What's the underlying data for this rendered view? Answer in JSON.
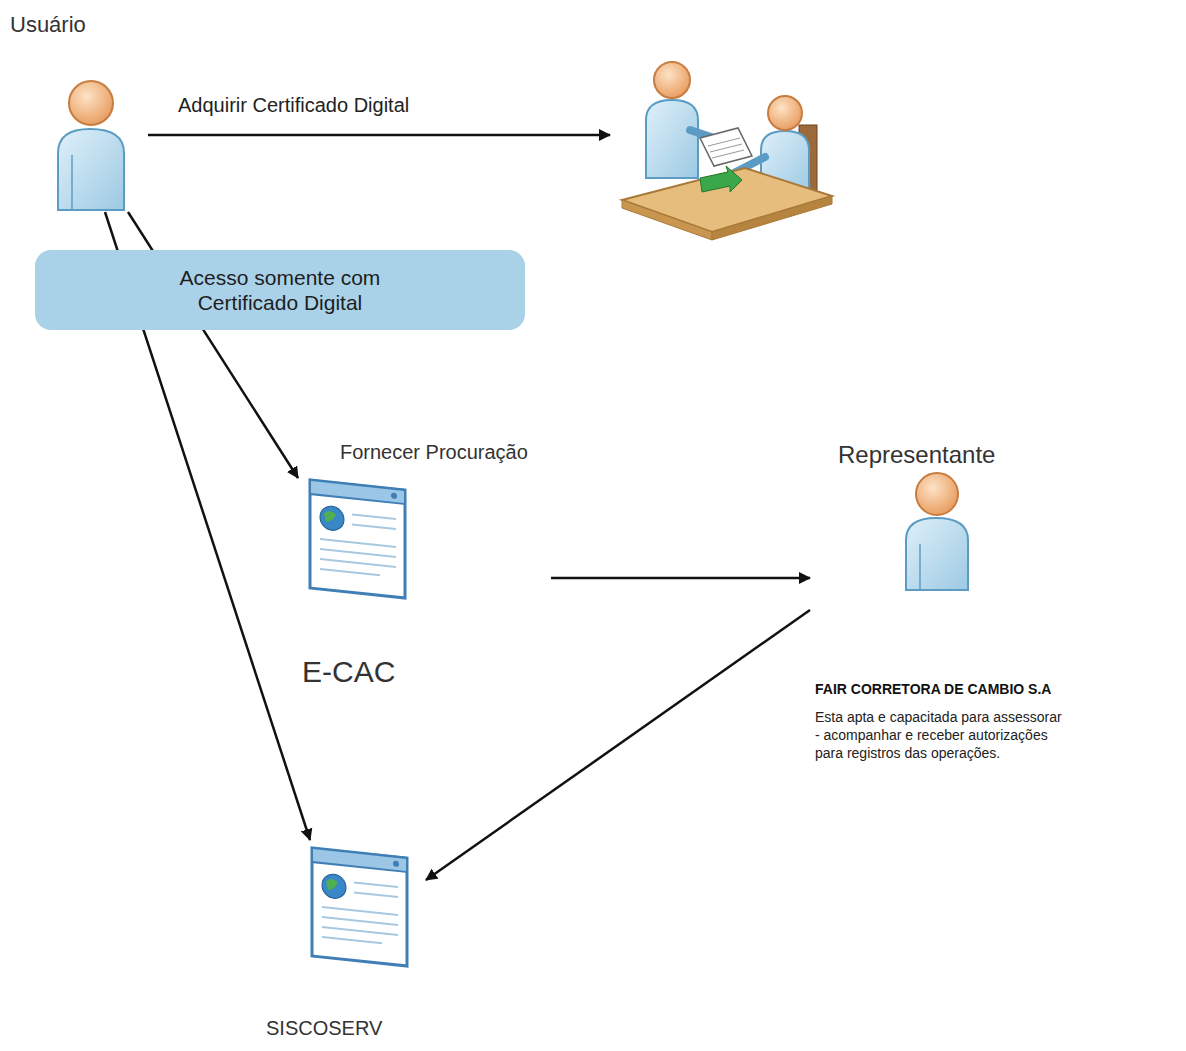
{
  "diagram": {
    "nodes": [
      {
        "text": [
          "Usuário"
        ]
      },
      {
        "text": [
          "Acesso somente com Certificado Digital"
        ]
      },
      {
        "text": [
          "Fornecer Procuração",
          "E-CAC"
        ]
      },
      {
        "text": [
          "Representante",
          "FAIR CORRETORA DE CAMBIO S.A",
          "Esta apta e capacitada para assessorar - acompanhar e receber autorizações para registros das operações."
        ]
      },
      {
        "text": [
          "SISCOSERV"
        ]
      }
    ],
    "edges": [
      {
        "from": 0,
        "to": 2,
        "arrow": "to"
      },
      {
        "from": 0,
        "to": 4,
        "arrow": "to"
      },
      {
        "from": 2,
        "to": 3,
        "arrow": "to"
      },
      {
        "from": 3,
        "to": 4,
        "arrow": "to"
      }
    ],
    "labels": [
      "Adquirir Certificado Digital"
    ]
  }
}
